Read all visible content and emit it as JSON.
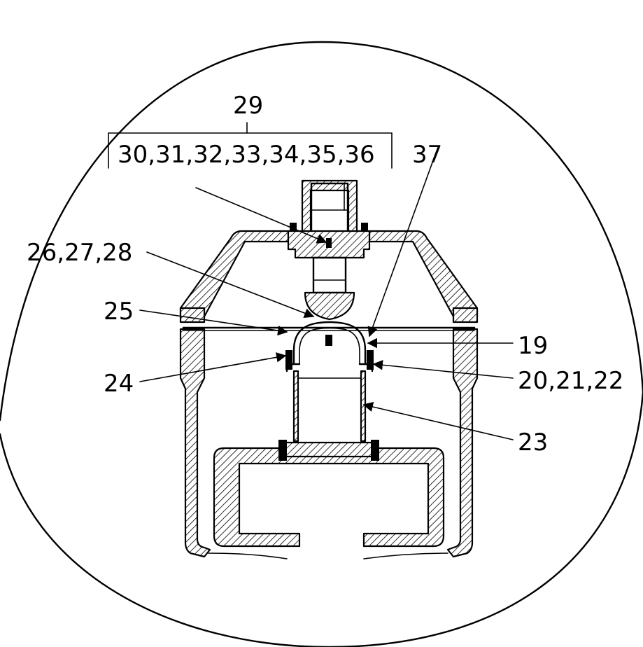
{
  "labels": {
    "l29": "29",
    "l30_36": "30,31,32,33,34,35,36",
    "l37": "37",
    "l26_28": "26,27,28",
    "l25": "25",
    "l19": "19",
    "l24": "24",
    "l20_22": "20,21,22",
    "l23": "23"
  }
}
